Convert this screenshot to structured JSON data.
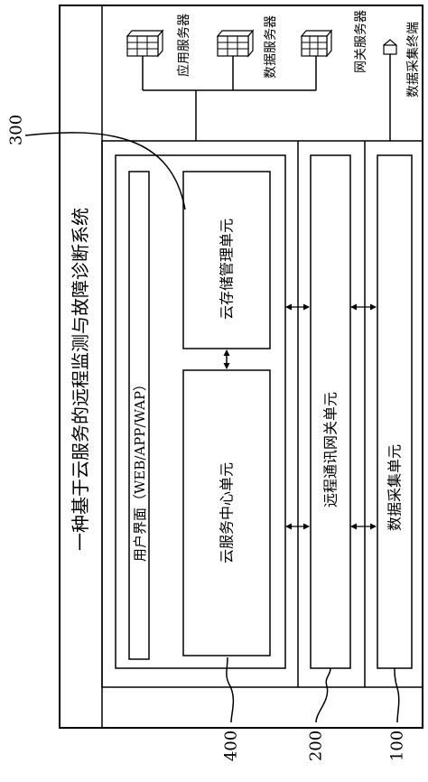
{
  "diagram": {
    "system_title": "一种基于云服务的远程监测与故障诊断系统",
    "servers": {
      "app": "应用服务器",
      "data": "数据服务器",
      "gateway": "网关服务器",
      "collector": "数据采集终端"
    },
    "units": {
      "user_interface": "用户界面（WEB/APP/WAP）",
      "cloud_storage": "云存储管理单元",
      "cloud_service": "云服务中心单元",
      "remote_gateway": "远程通讯网关单元",
      "data_collection": "数据采集单元"
    },
    "reference_numbers": {
      "r300": "300",
      "r400": "400",
      "r200": "200",
      "r100": "100"
    }
  }
}
